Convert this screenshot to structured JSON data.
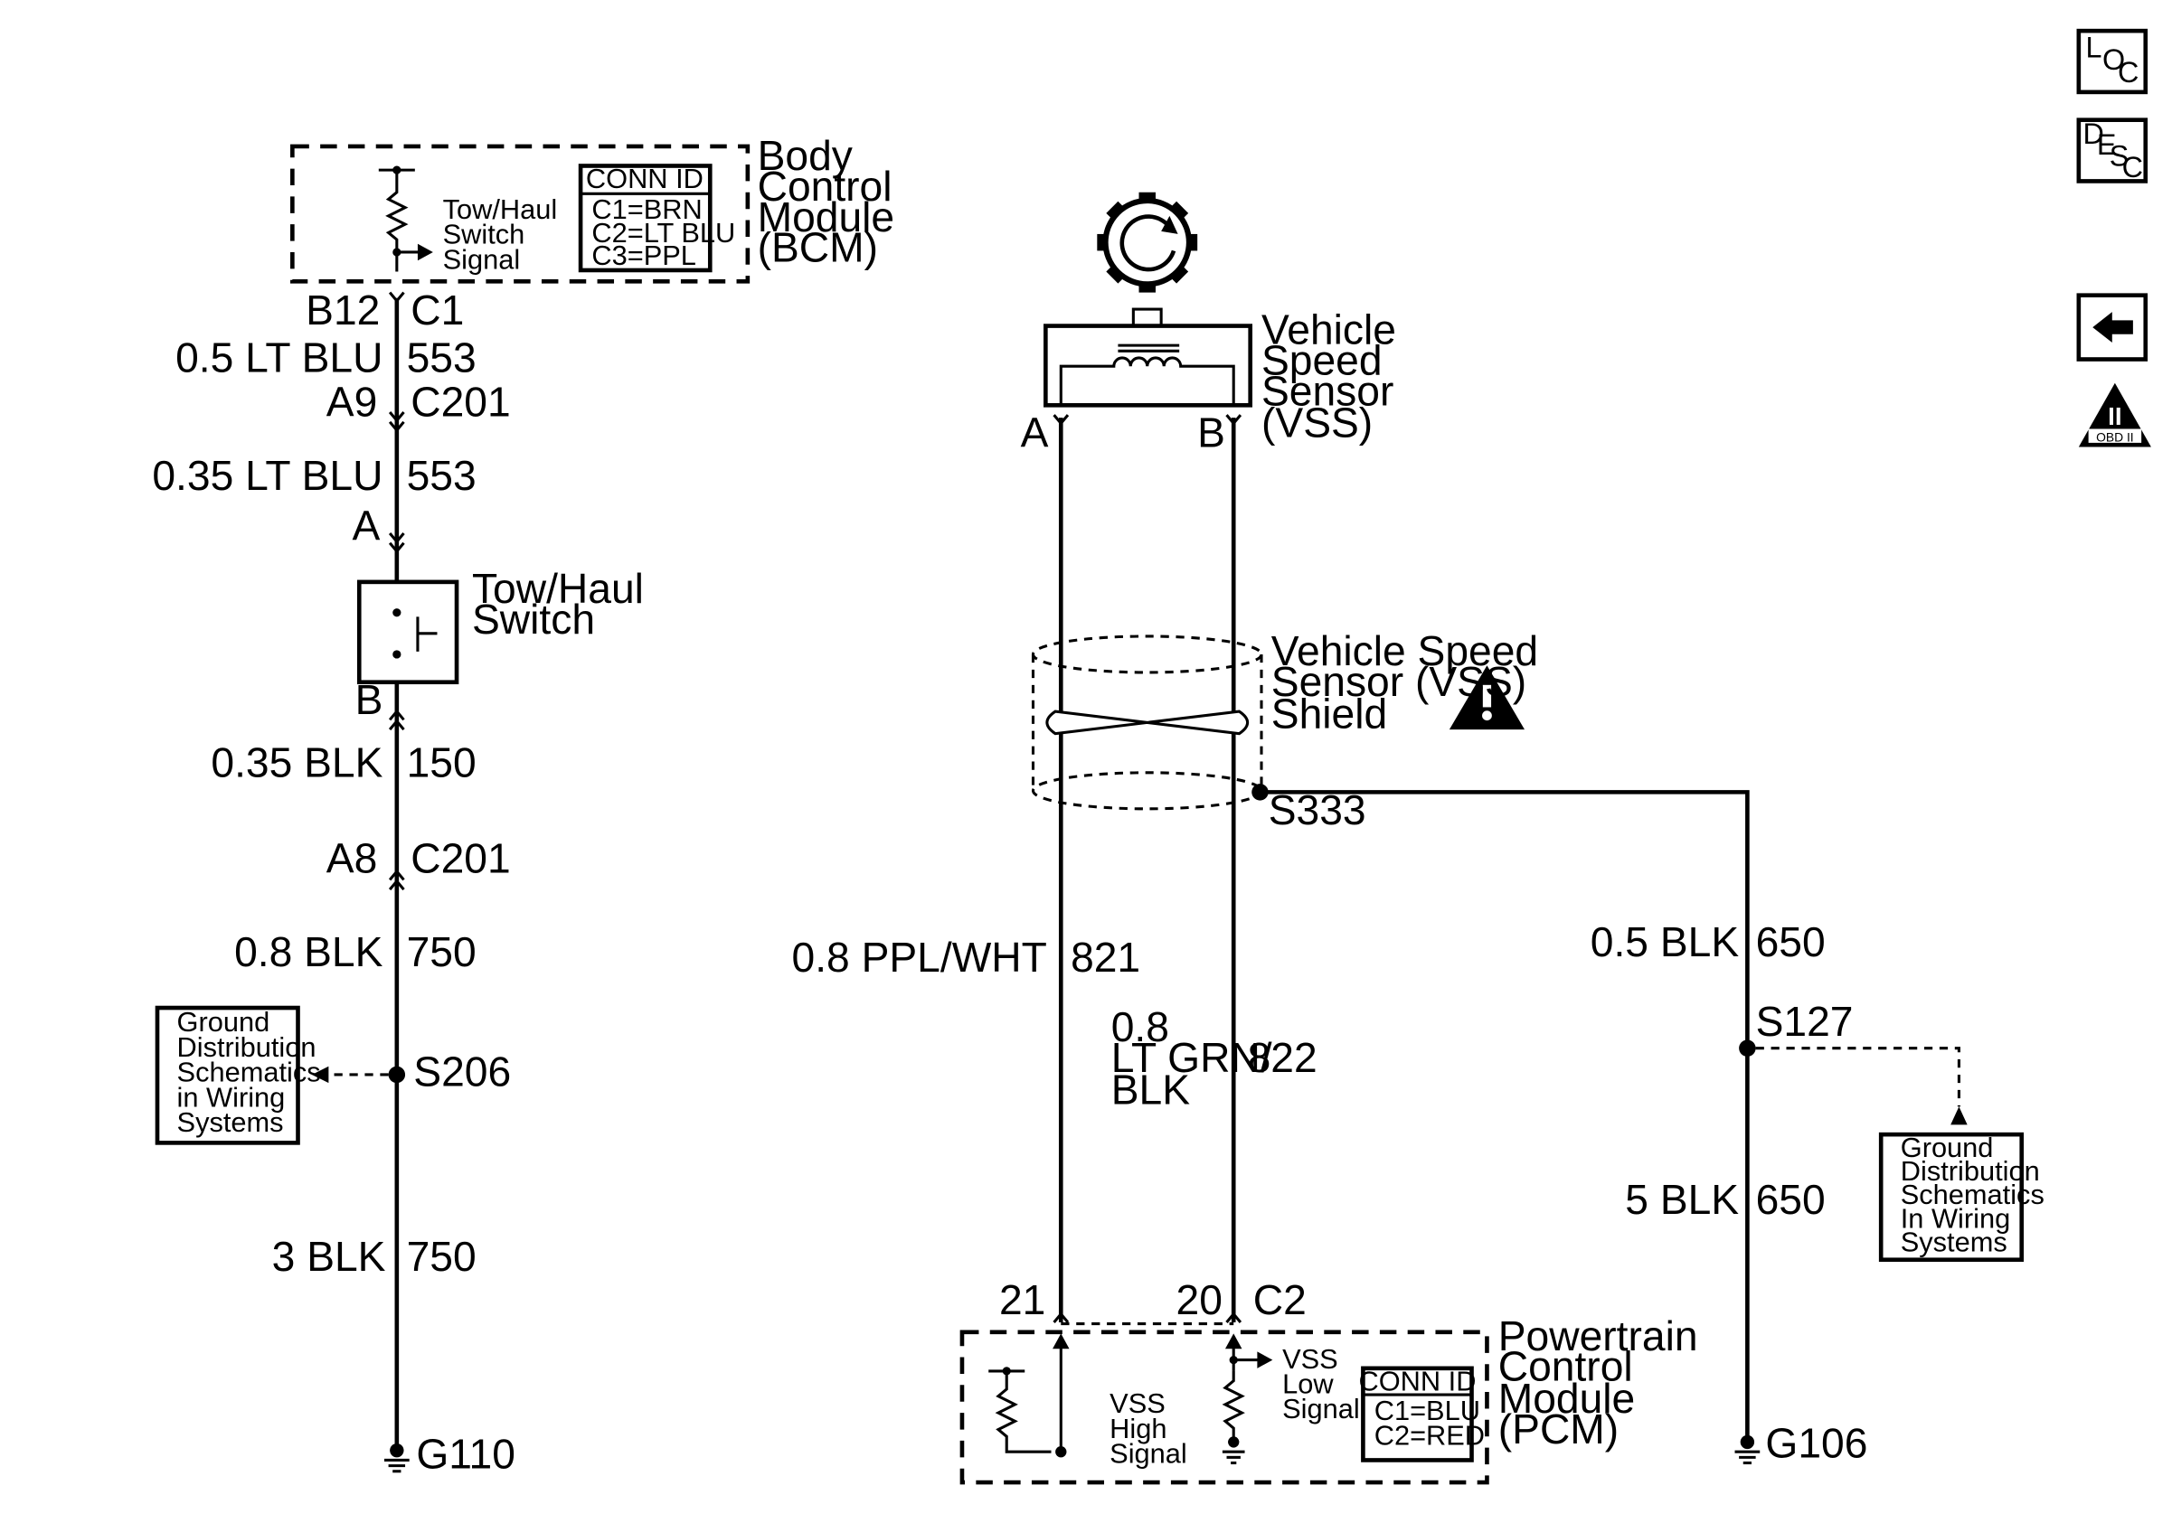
{
  "nav": {
    "loc_letters": [
      "L",
      "O",
      "C"
    ],
    "desc_letters": [
      "D",
      "E",
      "S",
      "C"
    ],
    "obd_numeral": "II",
    "obd_label": "OBD II"
  },
  "bcm": {
    "name_lines": [
      "Body",
      "Control",
      "Module",
      "(BCM)"
    ],
    "signal_lines": [
      "Tow/Haul",
      "Switch",
      "Signal"
    ],
    "conn_title": "CONN ID",
    "conn_lines": [
      "C1=BRN",
      "C2=LT BLU",
      "C3=PPL"
    ]
  },
  "left": {
    "pin_b12": "B12",
    "conn_c1": "C1",
    "wire1_spec": "0.5 LT BLU",
    "wire1_num": "553",
    "pin_a9": "A9",
    "conn_c201_top": "C201",
    "wire2_spec": "0.35 LT BLU",
    "wire2_num": "553",
    "pin_a": "A",
    "switch_lines": [
      "Tow/Haul",
      "Switch"
    ],
    "pin_b": "B",
    "wire3_spec": "0.35 BLK",
    "wire3_num": "150",
    "pin_a8": "A8",
    "conn_c201_bot": "C201",
    "wire4_spec": "0.8 BLK",
    "wire4_num": "750",
    "splice": "S206",
    "gd_lines": [
      "Ground",
      "Distribution",
      "Schematics",
      "in Wiring",
      "Systems"
    ],
    "wire5_spec": "3 BLK",
    "wire5_num": "750",
    "ground": "G110"
  },
  "vss": {
    "name_lines": [
      "Vehicle",
      "Speed",
      "Sensor",
      "(VSS)"
    ],
    "pin_a": "A",
    "pin_b": "B",
    "shield_lines": [
      "Vehicle Speed",
      "Sensor (VSS)",
      "Shield"
    ],
    "splice": "S333",
    "wire_high_spec": "0.8 PPL/WHT",
    "wire_high_num": "821",
    "wire_low_spec_lines": [
      "0.8",
      "LT GRN/",
      "BLK"
    ],
    "wire_low_num": "822"
  },
  "right": {
    "wire1_spec": "0.5 BLK",
    "wire1_num": "650",
    "splice": "S127",
    "gd_lines": [
      "Ground",
      "Distribution",
      "Schematics",
      "In Wiring",
      "Systems"
    ],
    "wire2_spec": "5 BLK",
    "wire2_num": "650",
    "ground": "G106"
  },
  "pcm": {
    "pin_21": "21",
    "pin_20": "20",
    "conn_c2": "C2",
    "name_lines": [
      "Powertrain",
      "Control",
      "Module",
      "(PCM)"
    ],
    "high_lines": [
      "VSS",
      "High",
      "Signal"
    ],
    "low_lines": [
      "VSS",
      "Low",
      "Signal"
    ],
    "conn_title": "CONN ID",
    "conn_lines": [
      "C1=BLU",
      "C2=RED"
    ]
  }
}
